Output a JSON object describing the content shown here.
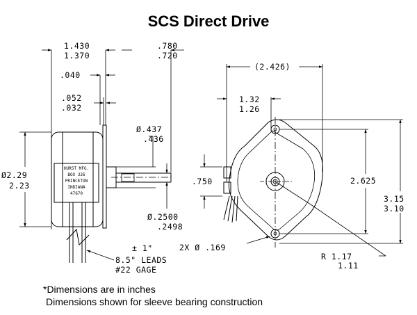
{
  "title": "SCS Direct Drive",
  "dimensions": {
    "length_upper": "1.430",
    "length_lower": "1.370",
    "shaft_ext_upper": ".780",
    "shaft_ext_lower": ".720",
    "flange_thickness": ".040",
    "plate_upper": ".052",
    "plate_lower": ".032",
    "hub_dia_upper": "Ø.437",
    "hub_dia_lower": ".436",
    "body_dia_upper": "Ø2.29",
    "body_dia_lower": "2.23",
    "shaft_dia_upper": "Ø.2500",
    "shaft_dia_lower": ".2498",
    "tolerance": "± 1\"",
    "leads_1": "8.5\" LEADS",
    "leads_2": "#22 GAGE",
    "overall_width": "(2.426)",
    "offset_upper": "1.32",
    "offset_lower": "1.26",
    "hole_spacing": "2.625",
    "height_upper": "3.15",
    "height_lower": "3.10",
    "lead_exit": ".750",
    "holes": "2X Ø .169",
    "radius_1": "R  1.17",
    "radius_2": "1.11"
  },
  "label_plate": [
    "HURST MFG.",
    "BOX 326",
    "PRINCETON",
    "INDIANA",
    "47670"
  ],
  "notes": {
    "line1": "*Dimensions are in inches",
    "line2": "Dimensions shown for sleeve bearing construction"
  }
}
